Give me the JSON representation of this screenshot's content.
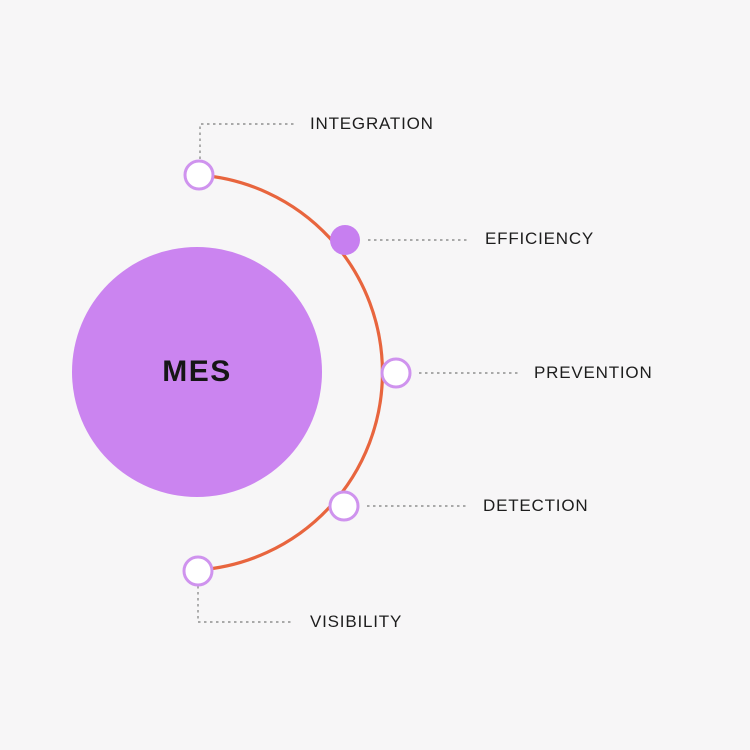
{
  "diagram": {
    "center": {
      "label": "MES"
    },
    "items": [
      {
        "label": "INTEGRATION",
        "node_style": "outlined",
        "connector": "elbow-up-right"
      },
      {
        "label": "EFFICIENCY",
        "node_style": "filled",
        "connector": "straight-right"
      },
      {
        "label": "PREVENTION",
        "node_style": "outlined",
        "connector": "straight-right"
      },
      {
        "label": "DETECTION",
        "node_style": "outlined",
        "connector": "straight-right"
      },
      {
        "label": "VISIBILITY",
        "node_style": "outlined",
        "connector": "elbow-down-right"
      }
    ],
    "colors": {
      "background": "#f7f6f7",
      "center_circle": "#cb84f0",
      "arc": "#e8653e",
      "node_stroke": "#cf93ee",
      "node_fill_outlined": "#ffffff",
      "node_fill_filled": "#c77ff0",
      "connector": "#8f8f8f",
      "label_text": "#1d1d1d",
      "center_label_text": "#161616"
    }
  }
}
